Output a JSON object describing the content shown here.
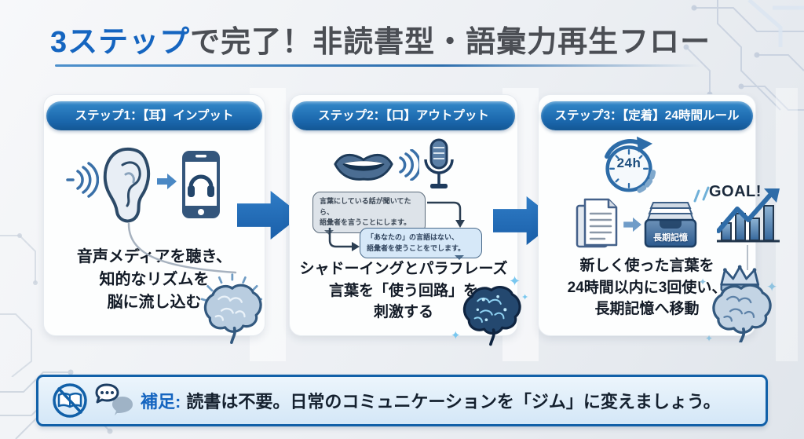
{
  "title": {
    "highlight": "3ステップ",
    "rest": "で完了！非読書型・語彙力再生フロー"
  },
  "steps": [
    {
      "header": "ステップ1：【耳】インプット",
      "desc_lines": [
        "音声メディアを聴き、",
        "知的なリズムを",
        "脳に流し込む"
      ]
    },
    {
      "header": "ステップ2：【口】アウトプット",
      "bubble1_lines": [
        "言葉にしている話が聞いてたら、",
        "語彙者を言うことにします。"
      ],
      "bubble2_lines": [
        "「あなたの」の言語はない、",
        "語彙者を使うことをでします。"
      ],
      "desc_lines": [
        "シャドーイングとパラフレーズ",
        "言葉を「使う回路」を",
        "刺激する"
      ]
    },
    {
      "header": "ステップ3：【定着】24時間ルール",
      "clock_label": "24h",
      "tray_label": "長期記憶",
      "goal_label": "GOAL!",
      "desc_lines": [
        "新しく使った言葉を",
        "24時間以内に3回使い、",
        "長期記憶へ移動"
      ]
    }
  ],
  "footer": {
    "label": "補足:",
    "text": "読書は不要。日常のコミュニケーションを「ジム」に変えましょう。"
  },
  "icons": {
    "step1": [
      "sound-waves",
      "ear",
      "arrow-right",
      "smartphone-headphones",
      "brain"
    ],
    "step2": [
      "lips",
      "sound-waves",
      "microphone",
      "brain-glowing"
    ],
    "step3": [
      "clock-24h",
      "documents",
      "arrow-right",
      "memory-tray",
      "goal-bar-chart",
      "brain-crown"
    ],
    "footer": [
      "no-reading-book",
      "speech-bubbles"
    ]
  },
  "colors": {
    "accent_blue": "#1565c0",
    "pill_blue": "#1a66ab",
    "flow_arrow": "#2372c0",
    "footer_border": "#1160a8",
    "text_dark": "#121a26"
  }
}
